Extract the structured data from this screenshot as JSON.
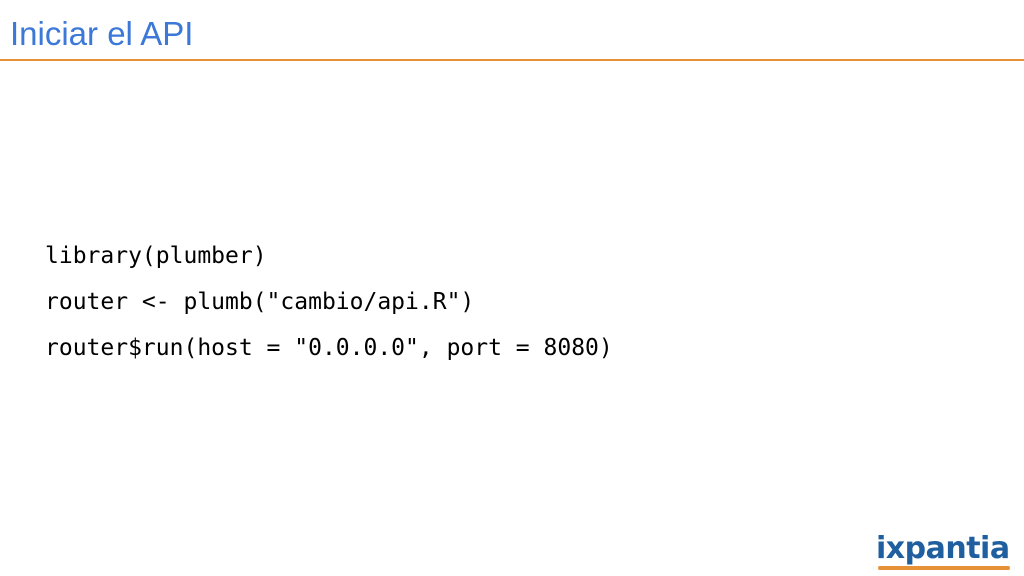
{
  "slide": {
    "title": "Iniciar el API",
    "code_lines": [
      "library(plumber)",
      "router <- plumb(\"cambio/api.R\")",
      "router$run(host = \"0.0.0.0\", port = 8080)"
    ],
    "logo_text": "ixpantia"
  },
  "colors": {
    "title": "#3c78d8",
    "accent": "#e69138",
    "logo": "#1f5f9f",
    "code": "#000000",
    "background": "#ffffff"
  }
}
